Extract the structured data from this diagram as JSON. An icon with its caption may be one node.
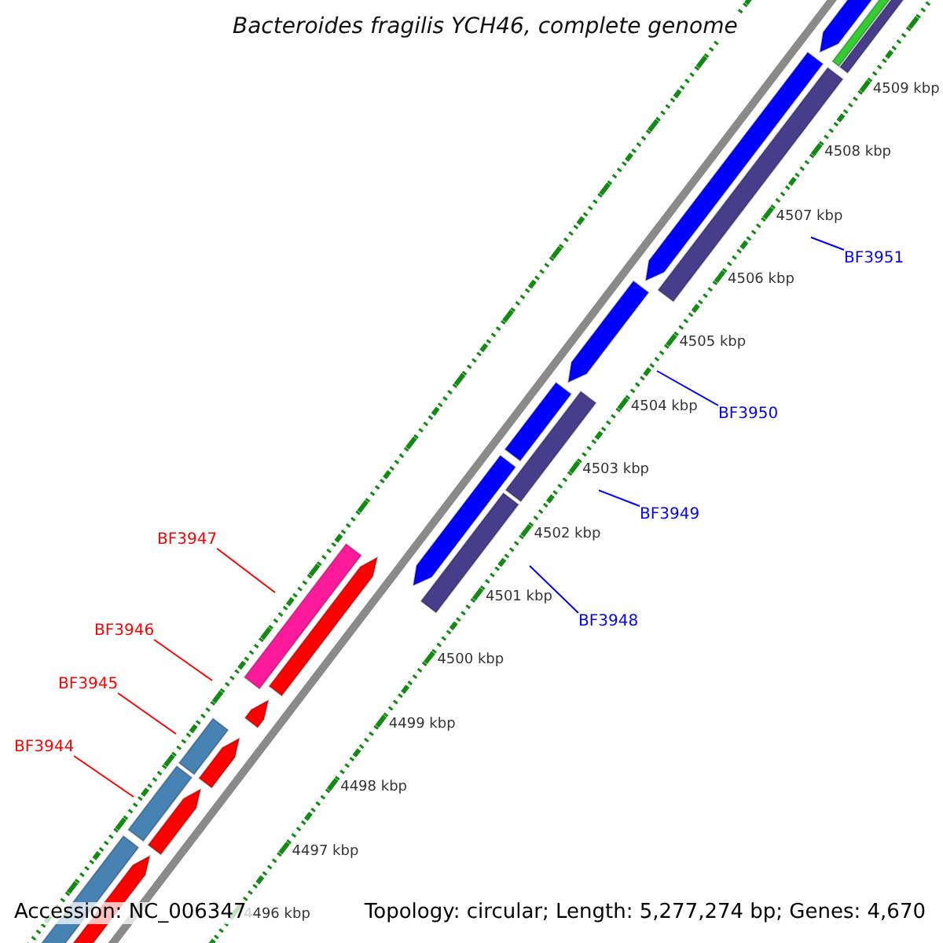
{
  "diagram": {
    "title": "Bacteroides fragilis YCH46, complete genome",
    "nodes": [
      {
        "text": [
          "BF3951"
        ]
      },
      {
        "text": [
          "BF3950"
        ]
      },
      {
        "text": [
          "BF3949"
        ]
      },
      {
        "text": [
          "BF3947"
        ]
      },
      {
        "text": [
          "BF3948"
        ]
      },
      {
        "text": [
          "BF3946"
        ]
      },
      {
        "text": [
          "BF3945"
        ]
      },
      {
        "text": [
          "BF3944"
        ]
      }
    ],
    "edges": [
      {
        "from": 0,
        "to": null,
        "arrow": "none",
        "color": "#0000ff"
      },
      {
        "from": 1,
        "to": null,
        "arrow": "none",
        "color": "#0000ff"
      },
      {
        "from": 2,
        "to": null,
        "arrow": "none",
        "color": "#0000ff"
      },
      {
        "from": 3,
        "to": null,
        "arrow": "none",
        "color": "#ff0000"
      },
      {
        "from": 4,
        "to": null,
        "arrow": "none",
        "color": "#0000ff"
      },
      {
        "from": 5,
        "to": null,
        "arrow": "none",
        "color": "#ff0000"
      },
      {
        "from": 6,
        "to": null,
        "arrow": "none",
        "color": "#ff0000"
      },
      {
        "from": 7,
        "to": null,
        "arrow": "none",
        "color": "#ff0000"
      }
    ],
    "labels": [
      "4509 kbp",
      "4508 kbp",
      "4507 kbp",
      "4506 kbp",
      "4505 kbp",
      "4504 kbp",
      "4503 kbp",
      "4502 kbp",
      "4501 kbp",
      "4500 kbp",
      "4499 kbp",
      "4498 kbp",
      "4497 kbp",
      "4496 kbp",
      "Accession: NC_006347",
      "Topology: circular; Length: 5,277,274 bp; Genes: 4,670"
    ]
  }
}
